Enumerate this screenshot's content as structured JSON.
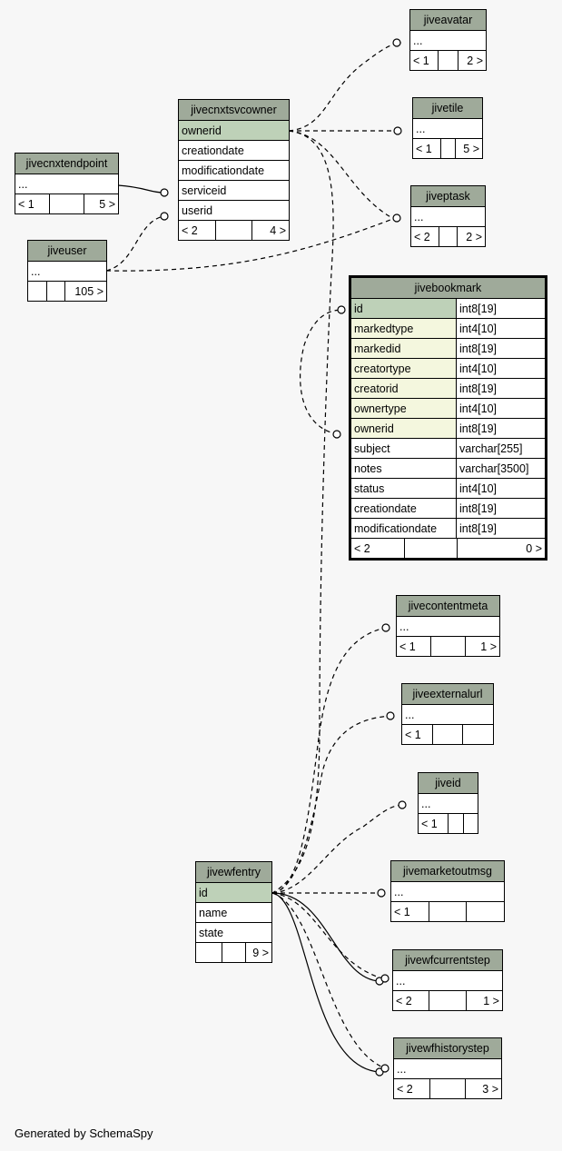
{
  "footer": "Generated by SchemaSpy",
  "tables": {
    "jiveavatar": {
      "title": "jiveavatar",
      "rows": [
        "..."
      ],
      "counts": [
        "< 1",
        "",
        "2 >"
      ]
    },
    "jivetile": {
      "title": "jivetile",
      "rows": [
        "..."
      ],
      "counts": [
        "< 1",
        "",
        "5 >"
      ]
    },
    "jivecnxtsvcowner": {
      "title": "jivecnxtsvcowner",
      "rows": [
        "ownerid",
        "creationdate",
        "modificationdate",
        "serviceid",
        "userid"
      ],
      "counts": [
        "< 2",
        "",
        "4 >"
      ]
    },
    "jivecnxtendpoint": {
      "title": "jivecnxtendpoint",
      "rows": [
        "..."
      ],
      "counts": [
        "< 1",
        "",
        "5 >"
      ]
    },
    "jiveptask": {
      "title": "jiveptask",
      "rows": [
        "..."
      ],
      "counts": [
        "< 2",
        "",
        "2 >"
      ]
    },
    "jiveuser": {
      "title": "jiveuser",
      "rows": [
        "..."
      ],
      "counts": [
        "",
        "",
        "105 >"
      ]
    },
    "jivebookmark": {
      "title": "jivebookmark",
      "columns": [
        {
          "name": "id",
          "type": "int8[19]"
        },
        {
          "name": "markedtype",
          "type": "int4[10]"
        },
        {
          "name": "markedid",
          "type": "int8[19]"
        },
        {
          "name": "creatortype",
          "type": "int4[10]"
        },
        {
          "name": "creatorid",
          "type": "int8[19]"
        },
        {
          "name": "ownertype",
          "type": "int4[10]"
        },
        {
          "name": "ownerid",
          "type": "int8[19]"
        },
        {
          "name": "subject",
          "type": "varchar[255]"
        },
        {
          "name": "notes",
          "type": "varchar[3500]"
        },
        {
          "name": "status",
          "type": "int4[10]"
        },
        {
          "name": "creationdate",
          "type": "int8[19]"
        },
        {
          "name": "modificationdate",
          "type": "int8[19]"
        }
      ],
      "counts": [
        "< 2",
        "",
        "0 >"
      ]
    },
    "jivecontentmeta": {
      "title": "jivecontentmeta",
      "rows": [
        "..."
      ],
      "counts": [
        "< 1",
        "",
        "1 >"
      ]
    },
    "jiveexternalurl": {
      "title": "jiveexternalurl",
      "rows": [
        "..."
      ],
      "counts": [
        "< 1",
        "",
        ""
      ]
    },
    "jiveid": {
      "title": "jiveid",
      "rows": [
        "..."
      ],
      "counts": [
        "< 1",
        "",
        ""
      ]
    },
    "jivewfentry": {
      "title": "jivewfentry",
      "rows": [
        "id",
        "name",
        "state"
      ],
      "counts": [
        "",
        "",
        "9 >"
      ]
    },
    "jivemarketoutmsg": {
      "title": "jivemarketoutmsg",
      "rows": [
        "..."
      ],
      "counts": [
        "< 1",
        "",
        ""
      ]
    },
    "jivewfcurrentstep": {
      "title": "jivewfcurrentstep",
      "rows": [
        "..."
      ],
      "counts": [
        "< 2",
        "",
        "1 >"
      ]
    },
    "jivewfhistorystep": {
      "title": "jivewfhistorystep",
      "rows": [
        "..."
      ],
      "counts": [
        "< 2",
        "",
        "3 >"
      ]
    }
  }
}
